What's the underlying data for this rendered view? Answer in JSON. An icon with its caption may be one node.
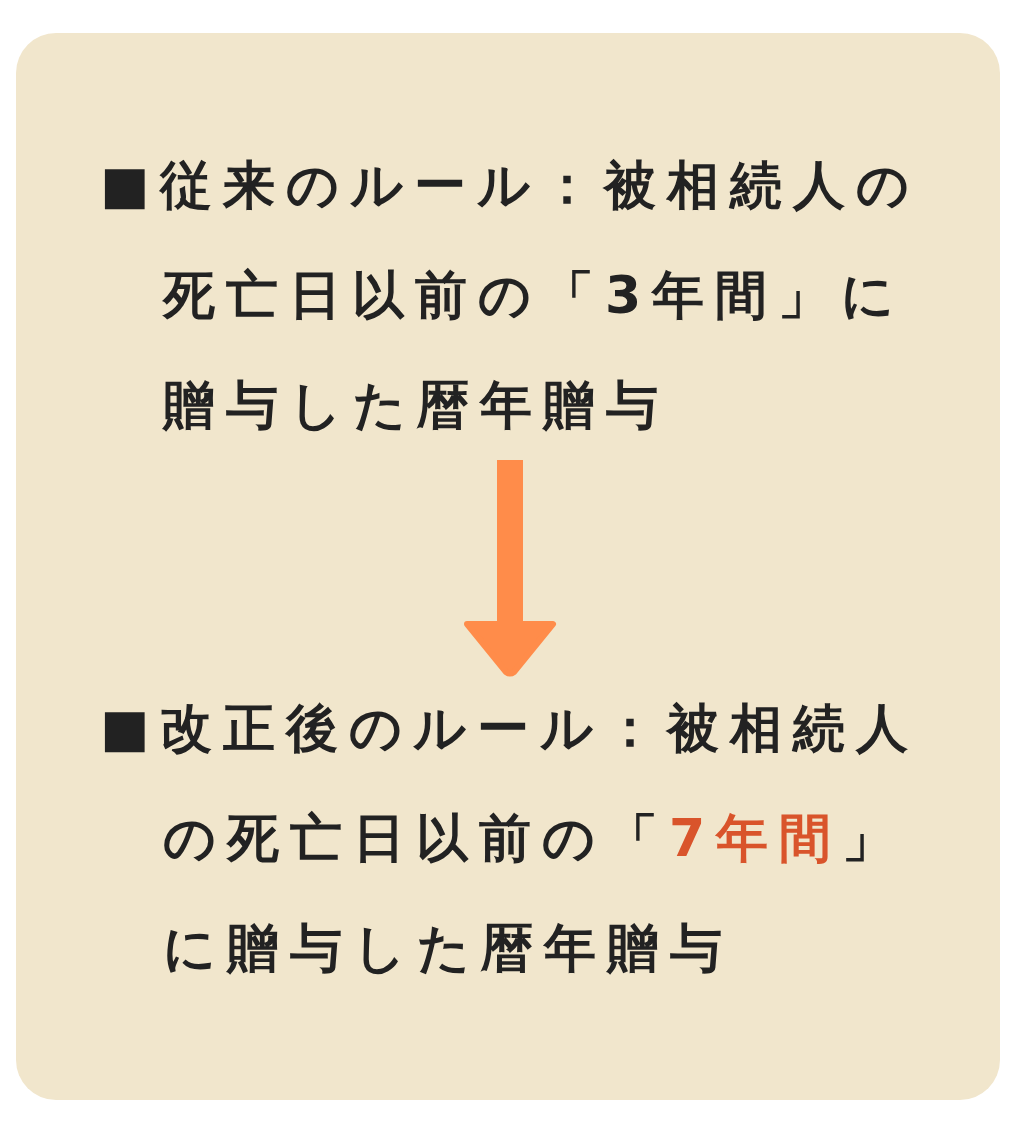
{
  "diagram": {
    "nodes": [
      {
        "text": [],
        "shape": "box"
      },
      {
        "text": [
          "■従来のルール：被相続人の死亡日以前の「3年間」に贈与した暦年贈与"
        ],
        "in": 0
      },
      {
        "text": [
          "■改正後のルール：被相続人の死亡日以前の「**7年間**」に贈与した暦年贈与"
        ],
        "in": 0
      }
    ],
    "edges": [
      {
        "from": 1,
        "to": 2,
        "arrow": "to"
      }
    ]
  }
}
